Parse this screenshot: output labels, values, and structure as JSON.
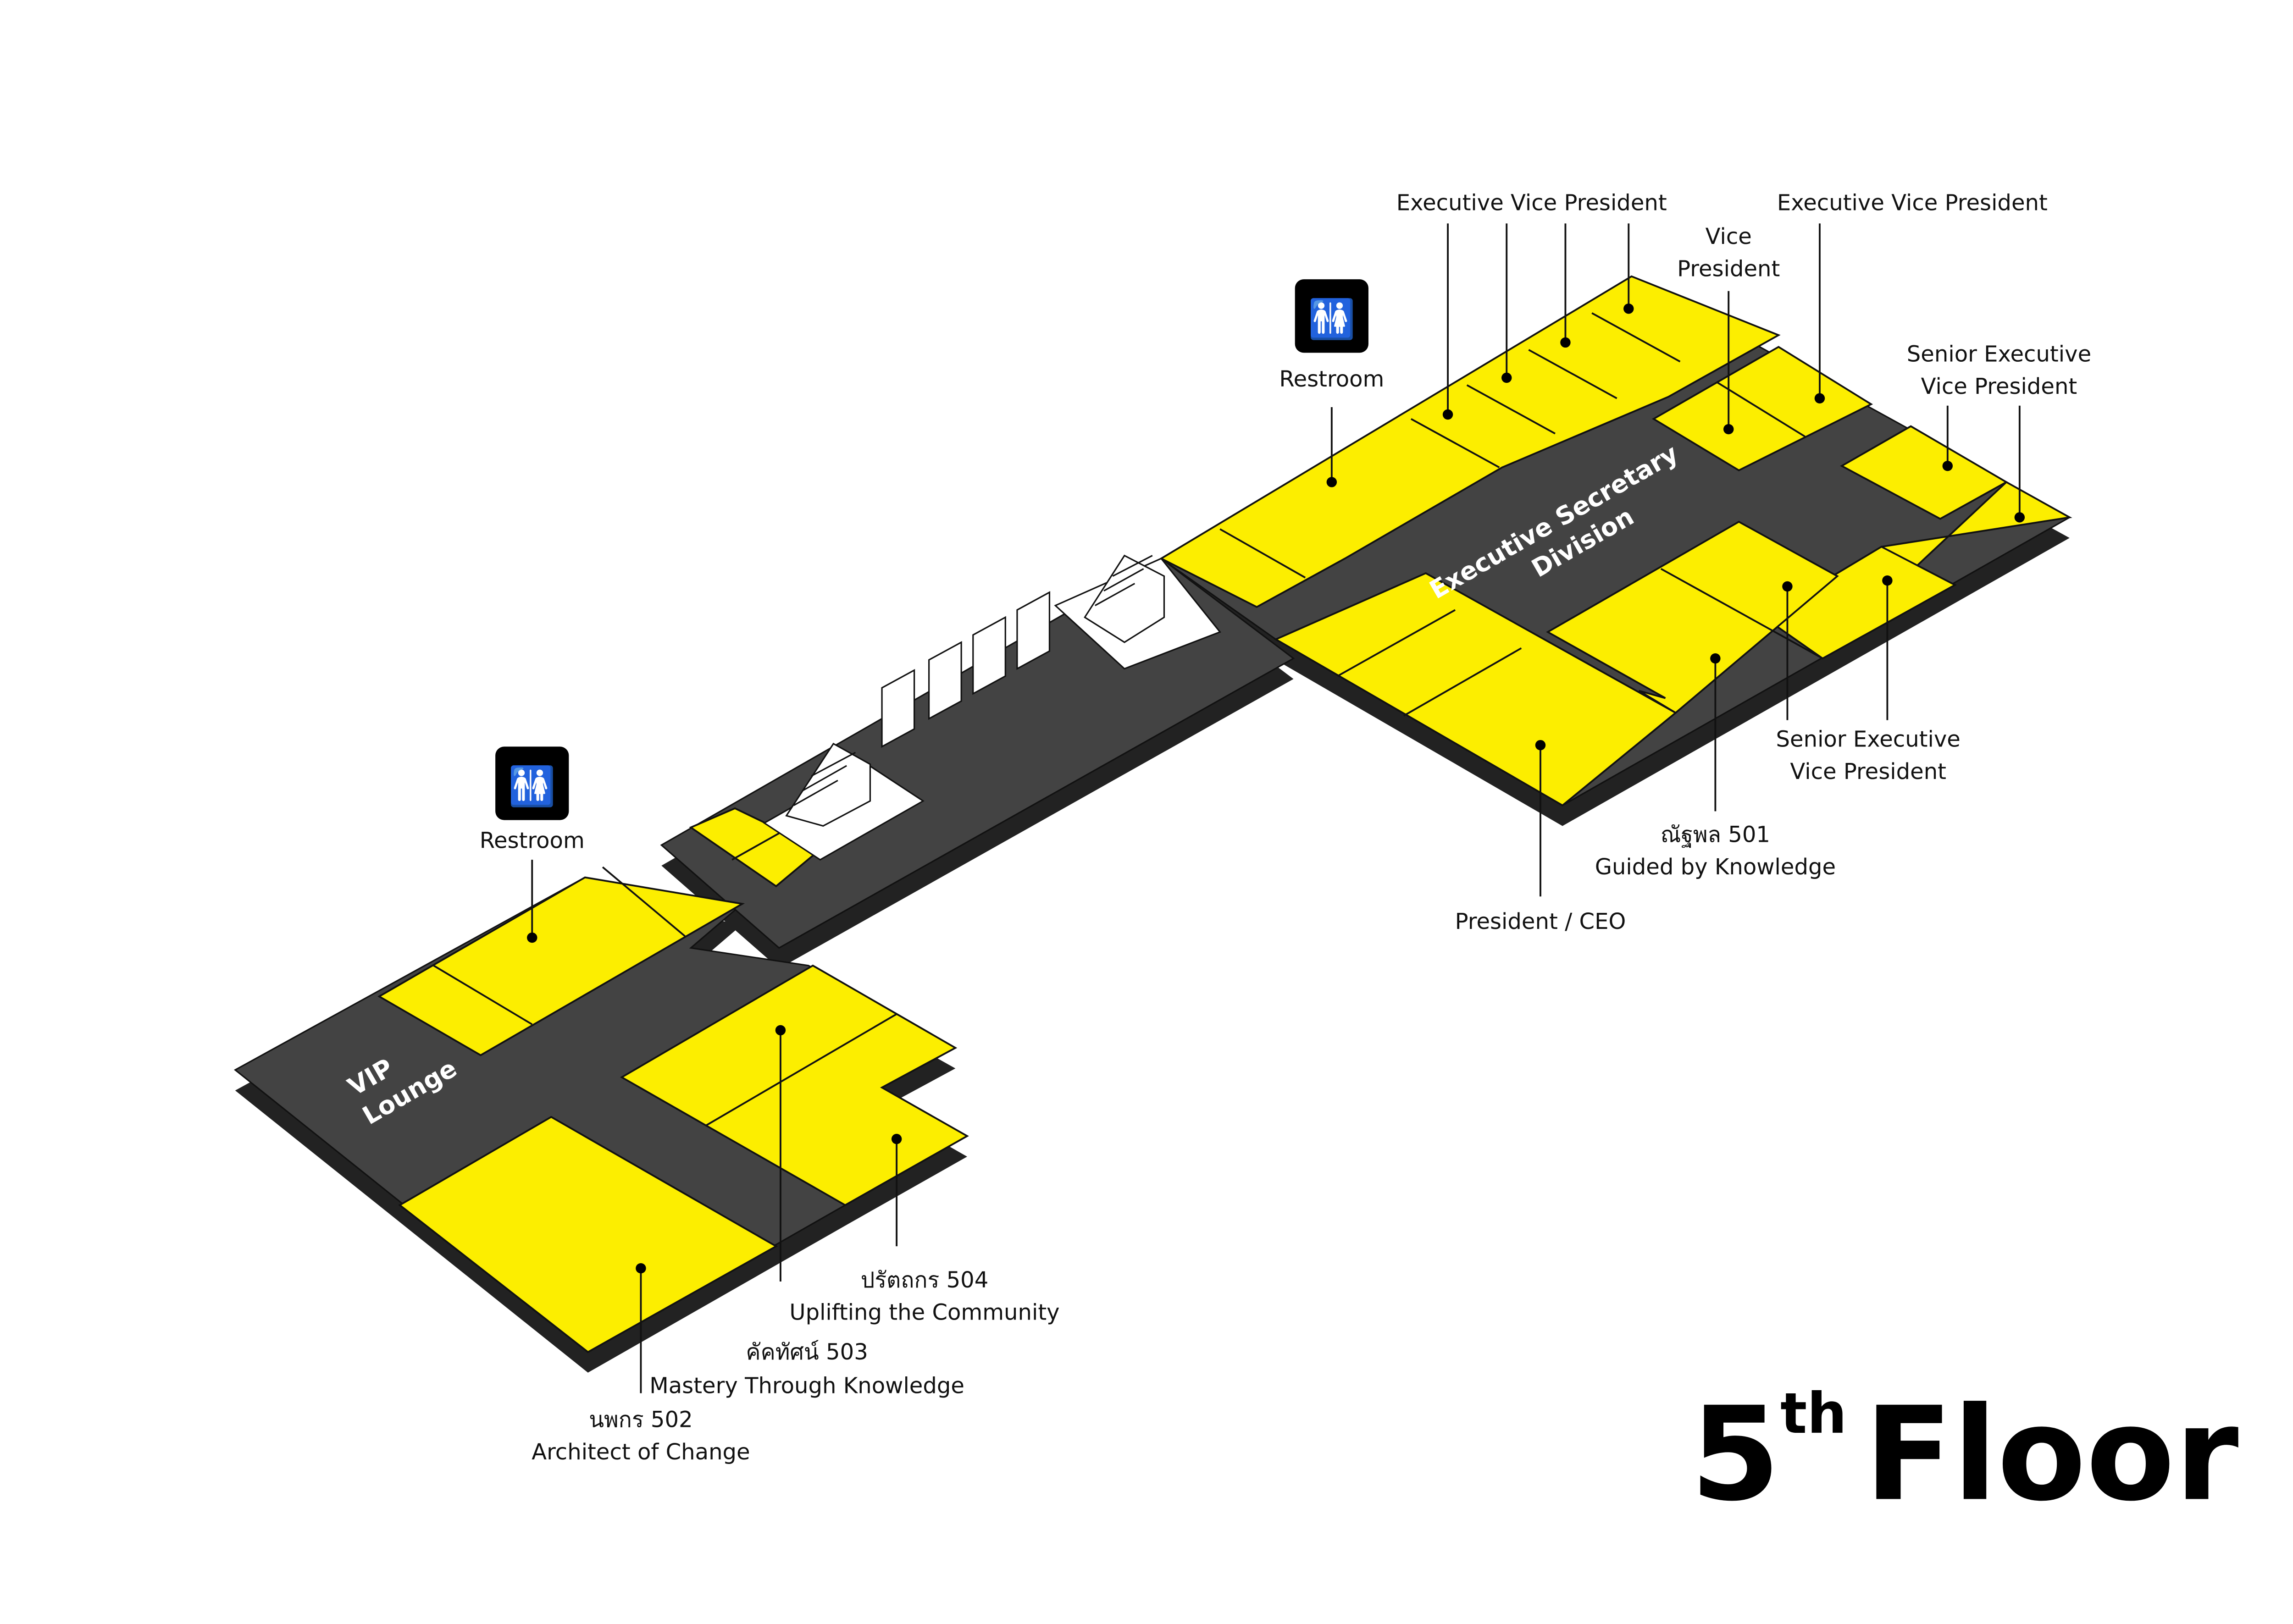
{
  "title": {
    "number": "5",
    "suffix": "th",
    "word": "Floor"
  },
  "colors": {
    "room": "#FCEE00",
    "floor": "#434343",
    "shadow": "#222222",
    "background": "#FFFFFF"
  },
  "zones": {
    "vip_line1": "VIP",
    "vip_line2": "Lounge",
    "exec_line1": "Executive Secretary",
    "exec_line2": "Division"
  },
  "labels": {
    "restroom_left": "Restroom",
    "restroom_right": "Restroom",
    "evp_1": "Executive Vice President",
    "evp_2": "Executive Vice President",
    "vp_line1": "Vice",
    "vp_line2": "President",
    "sevp_top_line1": "Senior Executive",
    "sevp_top_line2": "Vice President",
    "sevp_bottom_line1": "Senior Executive",
    "sevp_bottom_line2": "Vice President",
    "room501_th": "ณัฐพล 501",
    "room501_en": "Guided by Knowledge",
    "president": "President / CEO",
    "room504_th": "ปรัตถกร 504",
    "room504_en": "Uplifting the Community",
    "room503_th": "คัคทัศน์ 503",
    "room503_en": "Mastery Through Knowledge",
    "room502_th": "นพกร 502",
    "room502_en": "Architect of Change"
  },
  "icons": [
    "restroom-icon",
    "stairs-icon",
    "elevator-icon"
  ]
}
